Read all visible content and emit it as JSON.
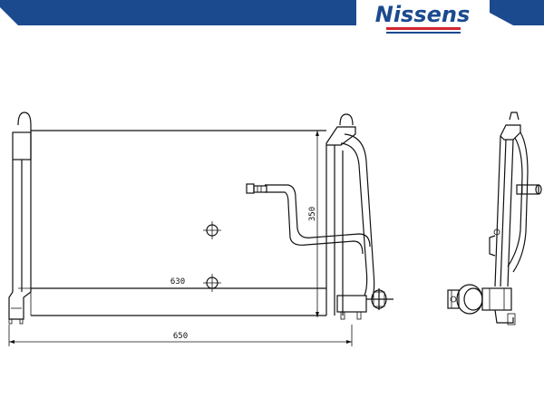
{
  "brand": {
    "logo_text": "Nissens",
    "colors": {
      "primary": "#1b4a8f",
      "accent": "#d22630"
    }
  },
  "drawing": {
    "dimensions": {
      "width_core": "630",
      "width_overall": "650",
      "height_core": "350"
    }
  }
}
